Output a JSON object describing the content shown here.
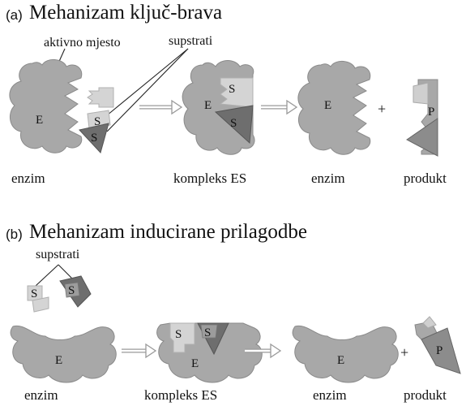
{
  "panel_a": {
    "tag": "(a)",
    "title": "Mehanizam ključ-brava",
    "active_site_label": "aktivno mjesto",
    "substrates_label": "supstrati",
    "captions": [
      "enzim",
      "kompleks ES",
      "enzim",
      "produkt"
    ],
    "plus": "+"
  },
  "panel_b": {
    "tag": "(b)",
    "title": "Mehanizam inducirane prilagodbe",
    "substrates_label": "supstrati",
    "captions": [
      "enzim",
      "kompleks ES",
      "enzim",
      "produkt"
    ],
    "plus": "+"
  },
  "glyphs": {
    "enzyme": "E",
    "substrate": "S",
    "product": "P"
  },
  "colors": {
    "enzyme": "#a8a8a8",
    "enzyme_dark": "#8c8c8c",
    "substrate_light": "#d4d4d4",
    "substrate_dark": "#6e6e6e",
    "arrow": "#bdbdbd"
  }
}
